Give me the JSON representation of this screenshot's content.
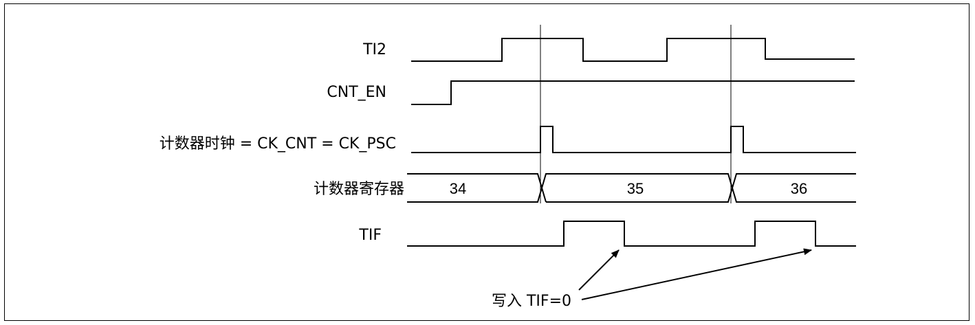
{
  "signals": {
    "ti2": {
      "label": "TI2"
    },
    "cnt_en": {
      "label": "CNT_EN"
    },
    "counter_clock": {
      "label": "计数器时钟 = CK_CNT = CK_PSC"
    },
    "counter_register": {
      "label": "计数器寄存器",
      "values": [
        "34",
        "35",
        "36"
      ]
    },
    "tif": {
      "label": "TIF"
    }
  },
  "annotation": {
    "label": "写入 TIF=0"
  },
  "colors": {
    "line": "#000000",
    "background": "#ffffff"
  }
}
